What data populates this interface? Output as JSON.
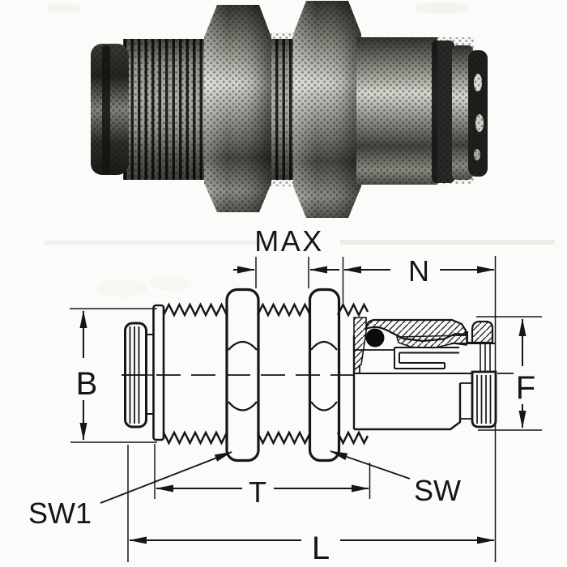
{
  "figure": {
    "photo_subject": "halftone photograph of push-in bulkhead union fitting",
    "drawing_subject": "dimensioned section drawing of bulkhead union fitting"
  },
  "labels": {
    "max": "MAX",
    "n": "N",
    "b": "B",
    "f": "F",
    "sw1": "SW1",
    "sw": "SW",
    "t": "T",
    "l": "L"
  },
  "colors": {
    "paper": "#fbfbf9",
    "ink": "#161616",
    "o_ring": "#0b0b0b",
    "metal_light": "#d9d9d2",
    "metal_dark": "#30302c"
  }
}
